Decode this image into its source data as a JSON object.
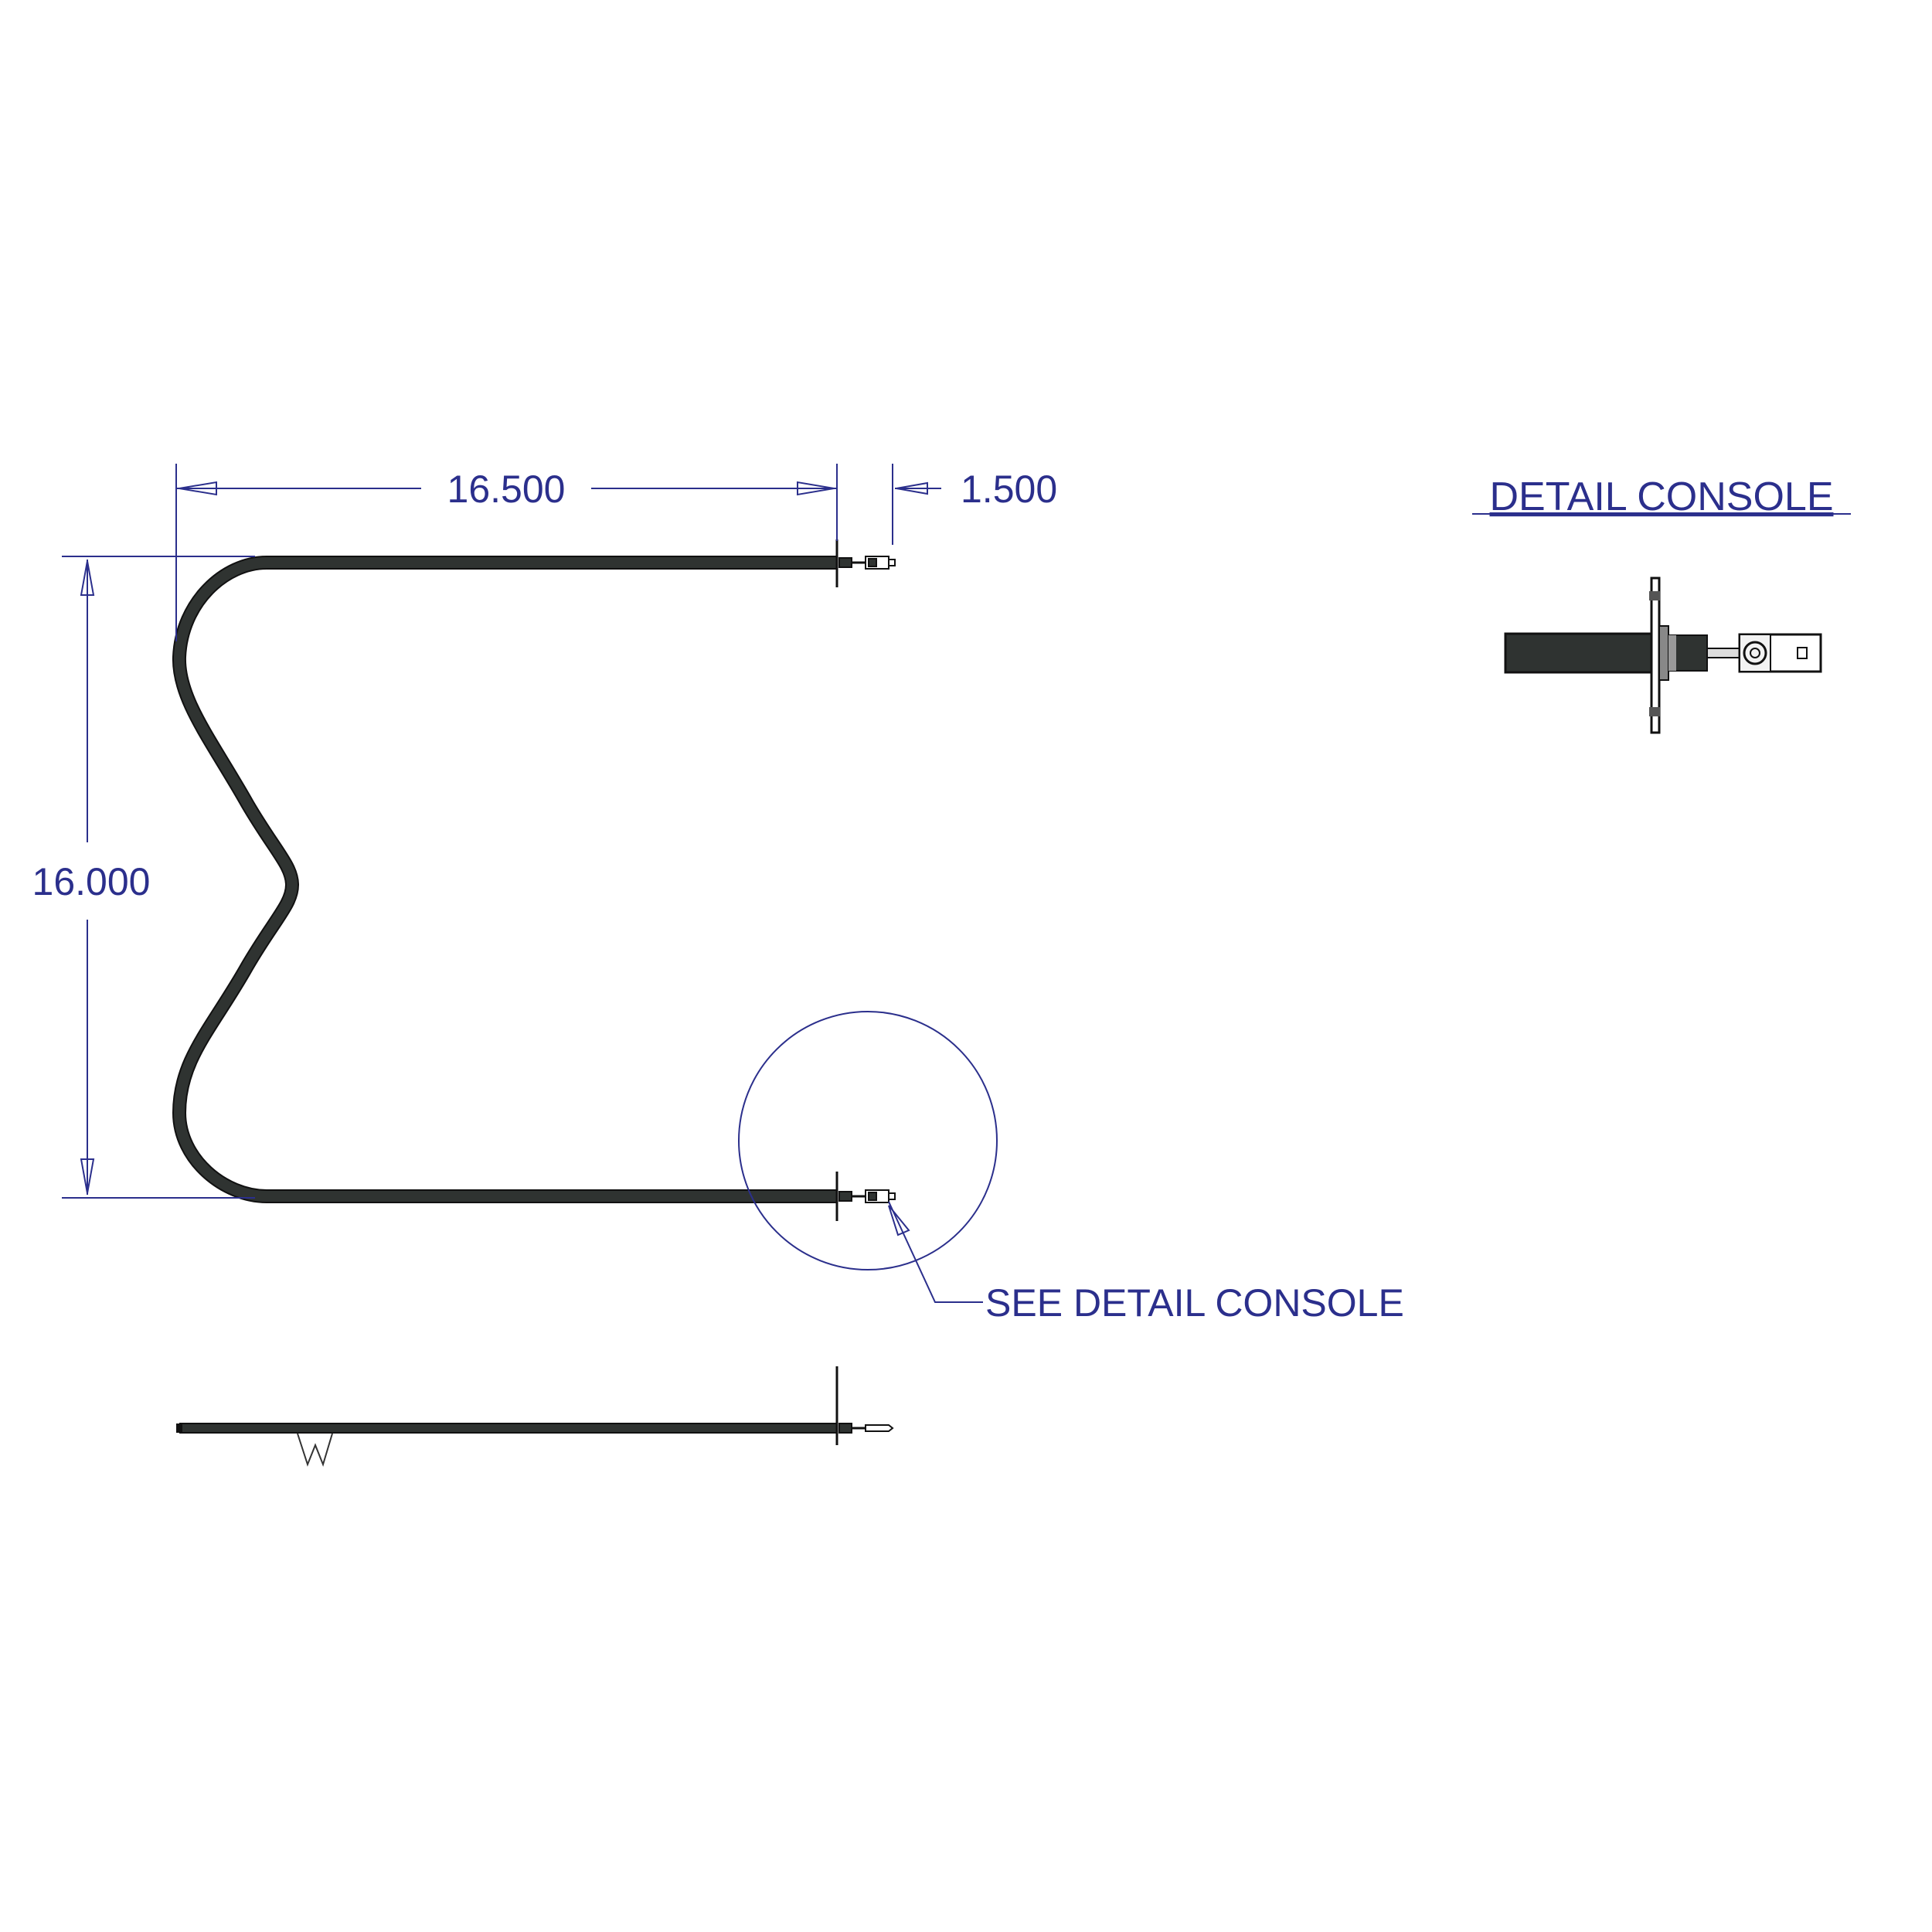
{
  "dimensions": {
    "width": "16.500",
    "height": "16.000",
    "terminal_length": "1.500"
  },
  "detail": {
    "title": "DETAIL CONSOLE",
    "callout": "SEE DETAIL CONSOLE"
  },
  "colors": {
    "annotation": "#2b2f8c",
    "element": "#2f3331",
    "background": "#ffffff"
  }
}
